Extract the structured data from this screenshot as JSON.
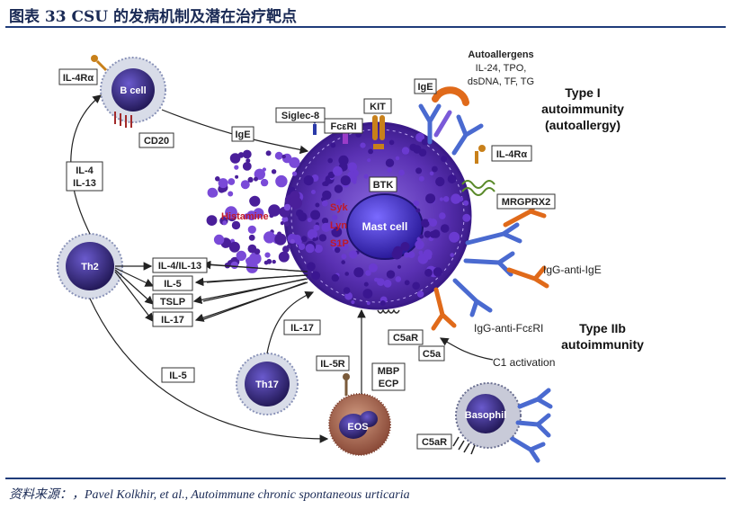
{
  "header": {
    "title": "图表 33   CSU 的发病机制及潜在治疗靶点"
  },
  "footer": {
    "source": "资料来源：，Pavel Kolkhir, et al., Autoimmune chronic spontaneous urticaria"
  },
  "diagram": {
    "cells": {
      "b_cell": "B cell",
      "th2": "Th2",
      "th17": "Th17",
      "eos": "EOS",
      "basophil": "Basophil",
      "mast_cell": "Mast cell"
    },
    "boxes": {
      "il4ra_b": "IL-4Rα",
      "cd20": "CD20",
      "ige_arrow": "IgE",
      "il4_il13_left": [
        "IL-4",
        "IL-13"
      ],
      "siglec8": "Siglec-8",
      "fceri": "FcεRI",
      "kit": "KIT",
      "ige_top": "IgE",
      "btk": "BTK",
      "il4ra_mast": "IL-4Rα",
      "mrgprx2": "MRGPRX2",
      "il4_il13": "IL-4/IL-13",
      "il5": "IL-5",
      "tslp": "TSLP",
      "il17": "IL-17",
      "il17_th17": "IL-17",
      "il5_lower": "IL-5",
      "il5r": "IL-5R",
      "mbp_ecp": [
        "MBP",
        "ECP"
      ],
      "c5ar_mast": "C5aR",
      "c5a": "C5a",
      "c5ar_baso": "C5aR"
    },
    "text": {
      "autoallergens": [
        "Autoallergens",
        "IL-24, TPO,",
        "dsDNA, TF, TG"
      ],
      "type1": [
        "Type I",
        "autoimmunity",
        "(autoallergy)"
      ],
      "histamine": "Histamine",
      "syk": "Syk",
      "lyn": "Lyn",
      "s1p": "S1P",
      "igg_anti_ige": "IgG-anti-IgE",
      "igg_anti_fceri": "IgG-anti-FcεRI",
      "type2b": [
        "Type IIb",
        "autoimmunity"
      ],
      "c1_activation": "C1 activation"
    }
  },
  "colors": {
    "accent": "#1f3c7a",
    "title": "#1a2a55",
    "mast": "#5a2ea6",
    "granule": "#4a1f9a",
    "label_red": "#c0192a"
  }
}
